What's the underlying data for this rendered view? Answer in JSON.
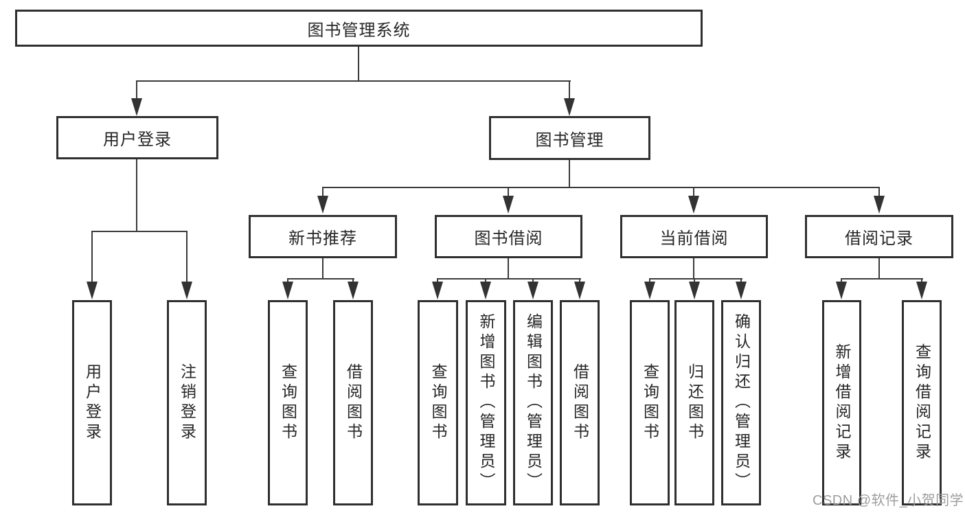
{
  "diagram": {
    "title": "图书管理系统",
    "type": "hierarchy-tree",
    "tree": {
      "root": {
        "label": "图书管理系统",
        "children": [
          {
            "label": "用户登录",
            "children": [
              {
                "label": "用户登录"
              },
              {
                "label": "注销登录"
              }
            ]
          },
          {
            "label": "图书管理",
            "children": [
              {
                "label": "新书推荐",
                "children": [
                  {
                    "label": "查询图书"
                  },
                  {
                    "label": "借阅图书"
                  }
                ]
              },
              {
                "label": "图书借阅",
                "children": [
                  {
                    "label": "查询图书"
                  },
                  {
                    "label": "新增图书（管理员）"
                  },
                  {
                    "label": "编辑图书（管理员）"
                  },
                  {
                    "label": "借阅图书"
                  }
                ]
              },
              {
                "label": "当前借阅",
                "children": [
                  {
                    "label": "查询图书"
                  },
                  {
                    "label": "归还图书"
                  },
                  {
                    "label": "确认归还（管理员）"
                  }
                ]
              },
              {
                "label": "借阅记录",
                "children": [
                  {
                    "label": "新增借阅记录"
                  },
                  {
                    "label": "查询借阅记录"
                  }
                ]
              }
            ]
          }
        ]
      }
    }
  },
  "nodes": {
    "root": "图书管理系统",
    "user_login": "用户登录",
    "book_management": "图书管理",
    "new_book_recommend": "新书推荐",
    "book_borrowing": "图书借阅",
    "current_borrowing": "当前借阅",
    "borrowing_records": "借阅记录",
    "leaf_user_login": "用户登录",
    "leaf_logout": "注销登录",
    "leaf_query_books_a": "查询图书",
    "leaf_borrow_books_a": "借阅图书",
    "leaf_query_books_b": "查询图书",
    "leaf_add_books_admin": "新增图书（管理员）",
    "leaf_edit_books_admin": "编辑图书（管理员）",
    "leaf_borrow_books_b": "借阅图书",
    "leaf_query_books_c": "查询图书",
    "leaf_return_books": "归还图书",
    "leaf_confirm_return_admin": "确认归还（管理员）",
    "leaf_add_borrow_record": "新增借阅记录",
    "leaf_query_borrow_record": "查询借阅记录"
  },
  "colors": {
    "box_border": "#2f2f2f",
    "connector_line": "#3a3a3a",
    "text": "#262626",
    "watermark": "#9d9d9d",
    "background": "#ffffff"
  },
  "watermark": {
    "text": "CSDN @软件_小贺同学"
  }
}
